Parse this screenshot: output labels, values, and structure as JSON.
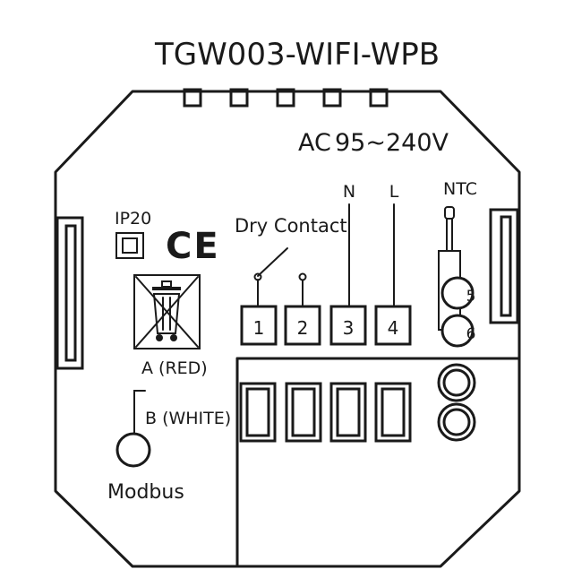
{
  "title": "TGW003-WIFI-WPB",
  "power": {
    "prefix": "AC",
    "range": "95~240V"
  },
  "rating": "IP20",
  "ce_mark": "CE",
  "labels": {
    "dry_contact": "Dry Contact",
    "n": "N",
    "l": "L",
    "ntc": "NTC",
    "a_red": "A (RED)",
    "b_white": "B (WHITE)",
    "modbus": "Modbus"
  },
  "terminals": [
    "1",
    "2",
    "3",
    "4"
  ],
  "ntc_terminals": [
    "5",
    "6"
  ],
  "colors": {
    "line": "#1a1a1a",
    "background": "#ffffff"
  },
  "icons": [
    "ce-mark-icon",
    "weee-crossed-bin-icon",
    "modbus-connector-icon",
    "ntc-sensor-icon"
  ]
}
